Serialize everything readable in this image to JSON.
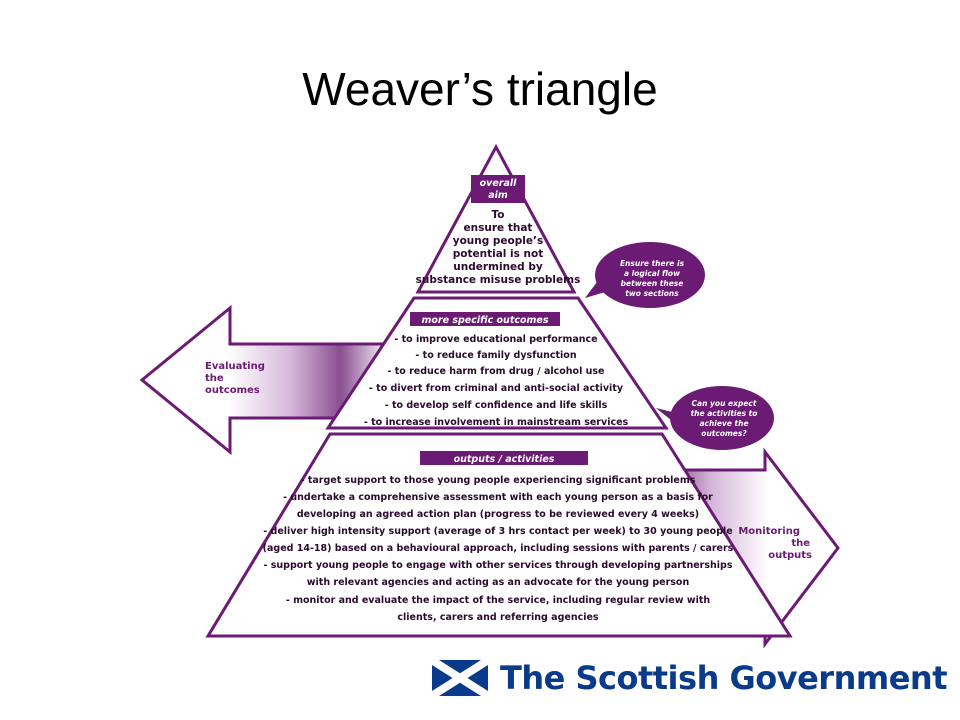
{
  "title": "Weaver’s triangle",
  "aim": {
    "heading": [
      "overall",
      "aim"
    ],
    "lines": [
      "To",
      "ensure that",
      "young people’s",
      "potential is not",
      "undermined by",
      "substance misuse problems"
    ]
  },
  "outcomes": {
    "heading": "more specific outcomes",
    "lines": [
      "- to improve educational performance",
      "- to reduce family dysfunction",
      "- to reduce harm from drug / alcohol use",
      "- to divert from criminal and anti-social activity",
      "- to develop self confidence and life skills",
      "- to increase involvement in mainstream services"
    ]
  },
  "outputs": {
    "heading": "outputs / activities",
    "lines": [
      "- target support to those young people experiencing significant problems",
      "- undertake a comprehensive assessment with each young person as a basis for",
      "developing an agreed action plan (progress to be reviewed every 4 weeks)",
      "- deliver high intensity support (average of 3 hrs contact per week) to 30 young people",
      "(aged 14-18) based on a behavioural approach, including sessions with parents / carers",
      "- support young people to engage with other services through developing partnerships",
      "with relevant agencies and acting as an advocate for the young person",
      "- monitor and evaluate the impact of the service, including regular review with",
      "clients, carers and referring agencies"
    ]
  },
  "bubble_top": [
    "Ensure there is",
    "a logical flow",
    "between these",
    "two sections"
  ],
  "bubble_bottom": [
    "Can you expect",
    "the activities to",
    "achieve the",
    "outcomes?"
  ],
  "arrow_left": [
    "Evaluating",
    "the",
    "outcomes"
  ],
  "arrow_right": [
    "Monitoring",
    "the",
    "outputs"
  ],
  "logo_text": "The Scottish Government",
  "colors": {
    "purple": "#6b1b73",
    "saltire_blue": "#0a3a8a"
  }
}
